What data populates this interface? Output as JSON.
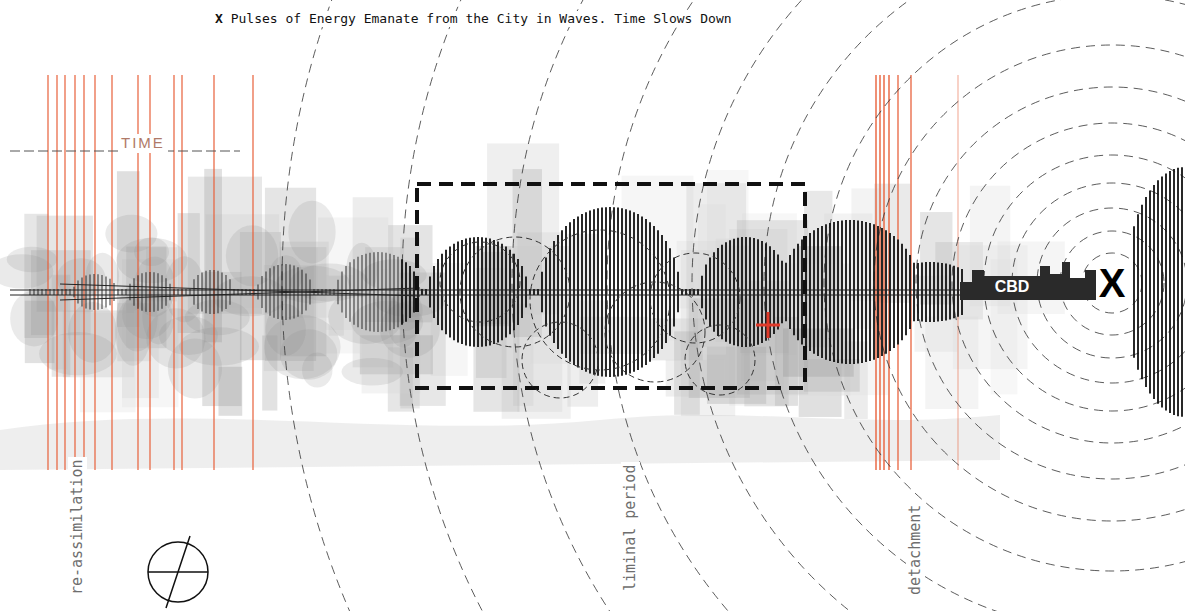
{
  "diagram": {
    "title": "X Pulses of Energy Emanate from the City in Waves. Time Slows Down",
    "labels": [
      "TIME",
      "re-assimilation",
      "liminal period",
      "detachment",
      "CBD",
      "X"
    ]
  }
}
